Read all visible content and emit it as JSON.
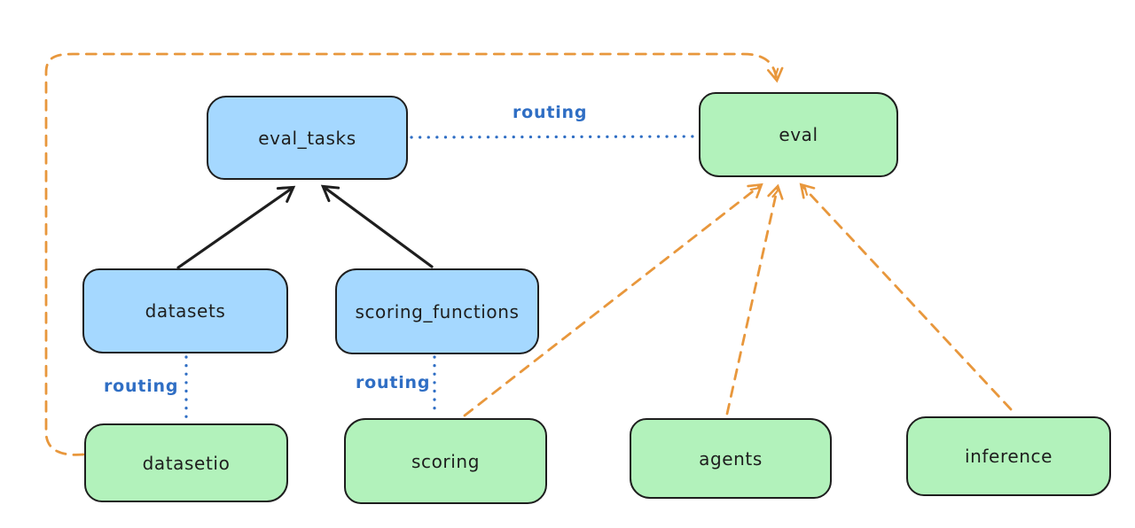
{
  "colors": {
    "canvas-bg": "#ffffff",
    "node-stroke": "#1e1e1e",
    "blue-fill": "#a5d8ff",
    "green-fill": "#b2f2bb",
    "routing-blue": "#2f6ec4",
    "provider-orange": "#e8973c",
    "arrow-black": "#1e1e1e"
  },
  "nodes": [
    {
      "id": "eval_tasks",
      "label": "eval_tasks",
      "color": "blue"
    },
    {
      "id": "eval",
      "label": "eval",
      "color": "green"
    },
    {
      "id": "datasets",
      "label": "datasets",
      "color": "blue"
    },
    {
      "id": "scoring_functions",
      "label": "scoring_functions",
      "color": "blue"
    },
    {
      "id": "datasetio",
      "label": "datasetio",
      "color": "green"
    },
    {
      "id": "scoring",
      "label": "scoring",
      "color": "green"
    },
    {
      "id": "agents",
      "label": "agents",
      "color": "green"
    },
    {
      "id": "inference",
      "label": "inference",
      "color": "green"
    }
  ],
  "edges": [
    {
      "from": "datasets",
      "to": "eval_tasks",
      "style": "solid-black-arrow"
    },
    {
      "from": "scoring_functions",
      "to": "eval_tasks",
      "style": "solid-black-arrow"
    },
    {
      "from": "eval_tasks",
      "to": "eval",
      "style": "dotted-blue",
      "label": "routing"
    },
    {
      "from": "datasets",
      "to": "datasetio",
      "style": "dotted-blue",
      "label": "routing"
    },
    {
      "from": "scoring_functions",
      "to": "scoring",
      "style": "dotted-blue",
      "label": "routing"
    },
    {
      "from": "datasetio",
      "to": "eval",
      "style": "dashed-orange-arrow"
    },
    {
      "from": "scoring",
      "to": "eval",
      "style": "dashed-orange-arrow"
    },
    {
      "from": "agents",
      "to": "eval",
      "style": "dashed-orange-arrow"
    },
    {
      "from": "inference",
      "to": "eval",
      "style": "dashed-orange-arrow"
    }
  ]
}
